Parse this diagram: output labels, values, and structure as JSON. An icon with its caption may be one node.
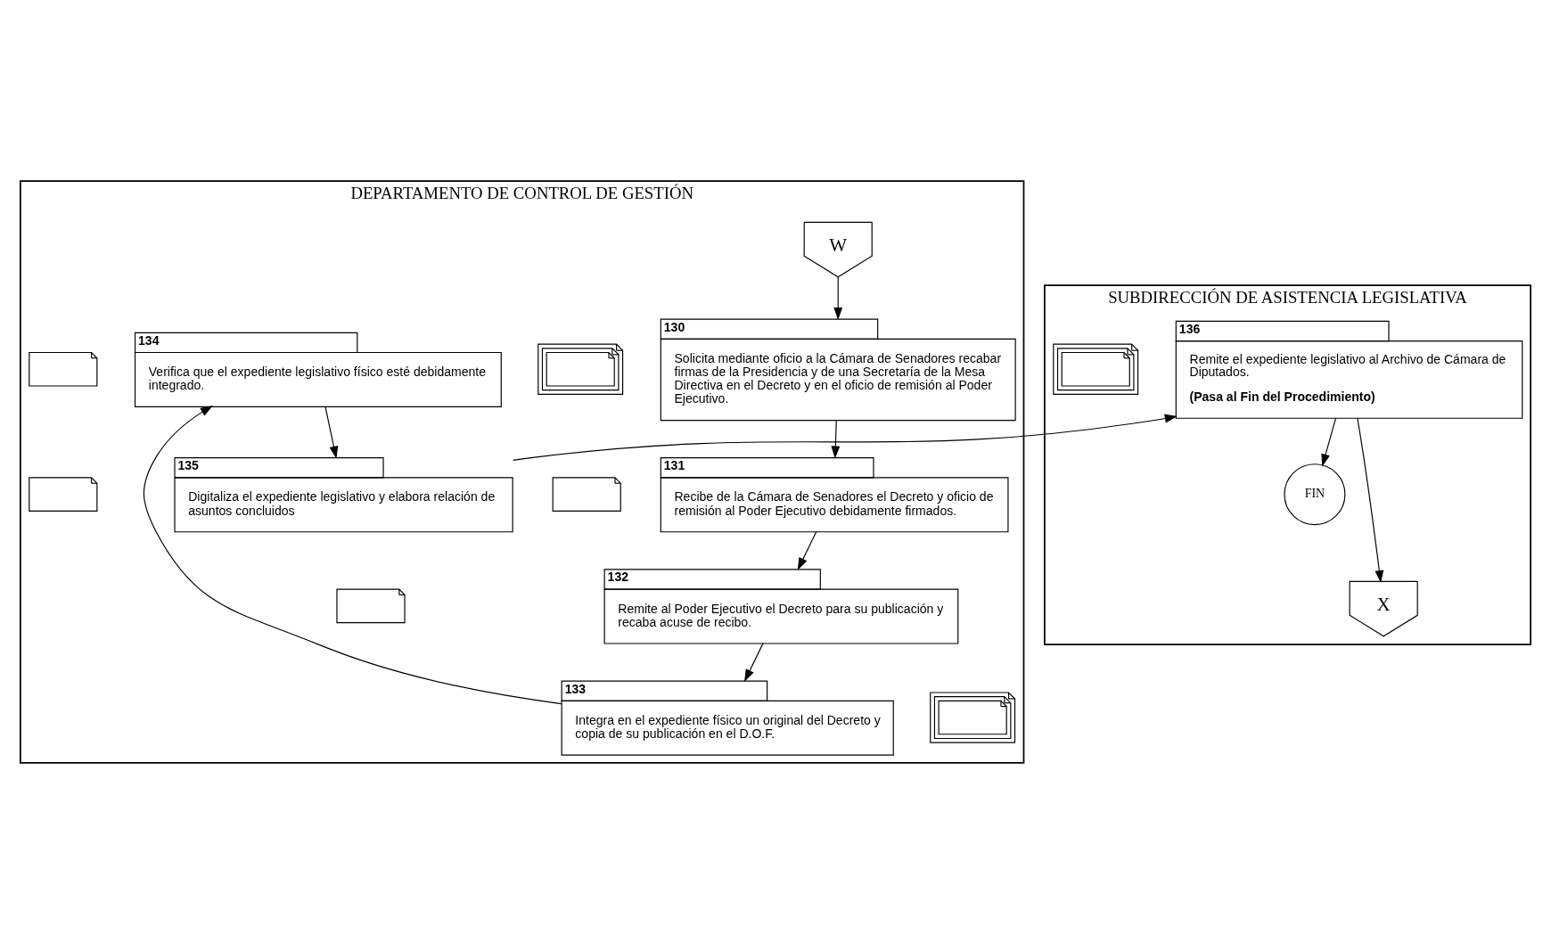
{
  "diagram": {
    "nodes": [
      {
        "text": [
          "DEPARTAMENTO DE CONTROL DE GESTIÓN"
        ]
      },
      {
        "text": [
          "SUBDIRECCIÓN DE ASISTENCIA LEGISLATIVA"
        ]
      },
      {
        "text": [
          "W"
        ],
        "in": 0
      },
      {
        "text": [
          "130",
          "Solicita mediante oficio a la Cámara de Senadores recabar firmas de la Presidencia y de una Secretaría de la Mesa Directiva en el Decreto y en el oficio de remisión al Poder Ejecutivo."
        ],
        "in": 0
      },
      {
        "text": [],
        "shape": "documents",
        "in": 0
      },
      {
        "text": [
          "131",
          "Recibe de la Cámara de Senadores el Decreto y oficio de remisión al Poder Ejecutivo debidamente firmados."
        ],
        "in": 0
      },
      {
        "text": [],
        "shape": "document",
        "in": 0
      },
      {
        "text": [
          "132",
          "Remite al Poder Ejecutivo el Decreto para su publicación y recaba acuse de recibo."
        ],
        "in": 0
      },
      {
        "text": [],
        "shape": "document",
        "in": 0
      },
      {
        "text": [
          "133",
          "Integra en el expediente físico un original del Decreto y copia de su publicación en el D.O.F."
        ],
        "in": 0
      },
      {
        "text": [],
        "shape": "documents",
        "in": 0
      },
      {
        "text": [
          "134",
          "Verifica que el expediente legislativo físico esté debidamente integrado."
        ],
        "in": 0
      },
      {
        "text": [],
        "shape": "document",
        "in": 0
      },
      {
        "text": [
          "135",
          "Digitaliza el expediente legislativo y elabora relación de asuntos concluidos"
        ],
        "in": 0
      },
      {
        "text": [],
        "shape": "document",
        "in": 0
      },
      {
        "text": [
          "136",
          "Remite el expediente legislativo al Archivo de Cámara de Diputados.",
          "(Pasa al Fin del Procedimiento)"
        ],
        "in": 1
      },
      {
        "text": [],
        "shape": "documents",
        "in": 1
      },
      {
        "text": [
          "FIN"
        ],
        "in": 1
      },
      {
        "text": [
          "X"
        ],
        "in": 1
      }
    ],
    "edges": [
      {
        "from": 2,
        "to": 3,
        "arrow": "to"
      },
      {
        "from": 3,
        "to": 5,
        "arrow": "to"
      },
      {
        "from": 5,
        "to": 7,
        "arrow": "to"
      },
      {
        "from": 7,
        "to": 9,
        "arrow": "to"
      },
      {
        "from": 9,
        "to": 11,
        "arrow": "to"
      },
      {
        "from": 11,
        "to": 13,
        "arrow": "to"
      },
      {
        "from": 13,
        "to": 15,
        "arrow": "to"
      },
      {
        "from": 15,
        "to": 17,
        "arrow": "to"
      },
      {
        "from": 15,
        "to": 18,
        "arrow": "to"
      }
    ]
  }
}
